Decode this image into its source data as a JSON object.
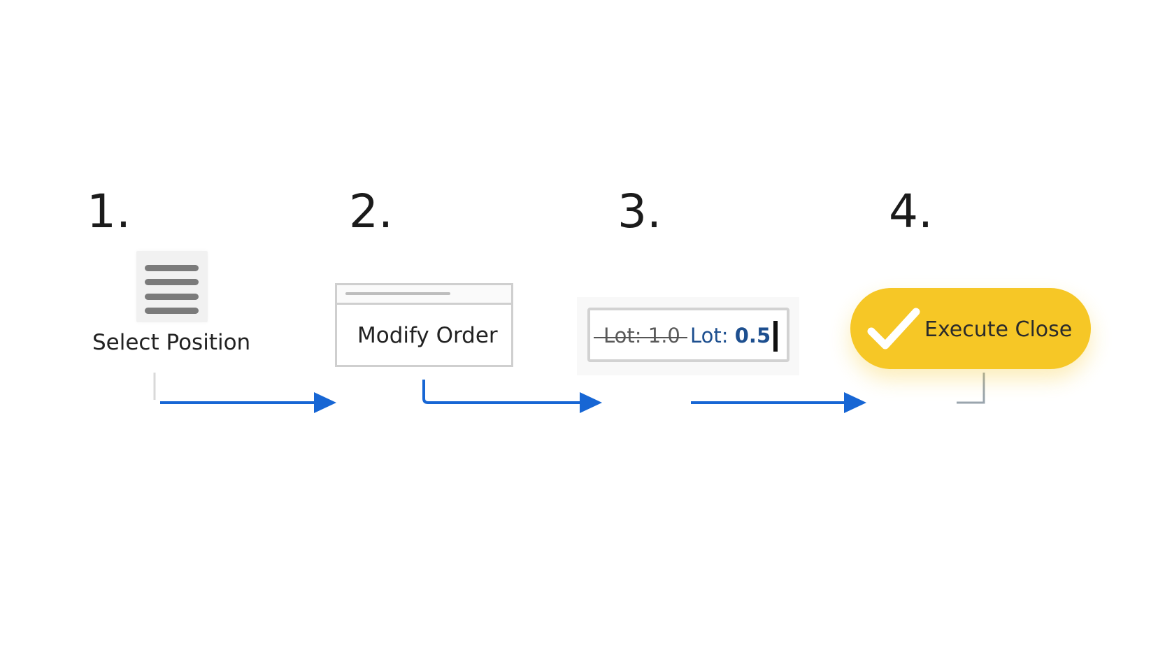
{
  "steps": [
    {
      "number": "1.",
      "label": "Select Position",
      "icon": "menu-icon"
    },
    {
      "number": "2.",
      "label": "Modify Order",
      "icon": "window-icon"
    },
    {
      "number": "3.",
      "old_value": "Lot: 1.0",
      "new_prefix": "Lot: ",
      "new_value": "0.5"
    },
    {
      "number": "4.",
      "label": "Execute Close",
      "icon": "checkmark-icon"
    }
  ],
  "colors": {
    "arrow": "#1766d4",
    "button": "#f6c726",
    "lot_value": "#1d4f8f",
    "connector_gray": "#9aa5ad"
  }
}
